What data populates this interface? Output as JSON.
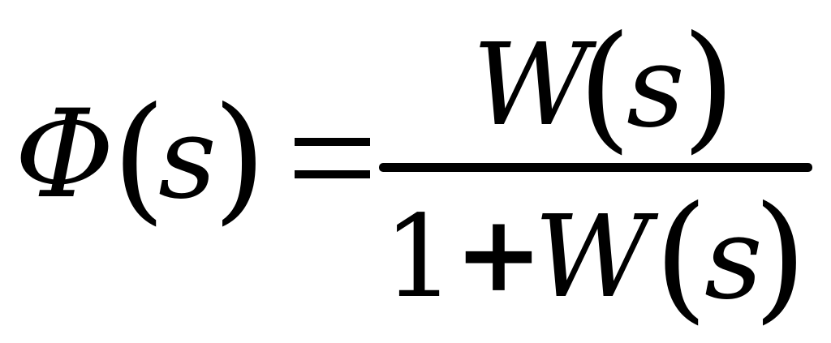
{
  "formula": {
    "lhs": {
      "symbol": "Φ",
      "open_paren": "(",
      "variable": "s",
      "close_paren": ")"
    },
    "numerator": {
      "function": "W",
      "open_paren": "(",
      "variable": "s",
      "close_paren": ")"
    },
    "denominator": {
      "one": "1",
      "plus": "+",
      "function": "W",
      "open_paren": "(",
      "variable": "s",
      "close_paren": ")"
    }
  }
}
